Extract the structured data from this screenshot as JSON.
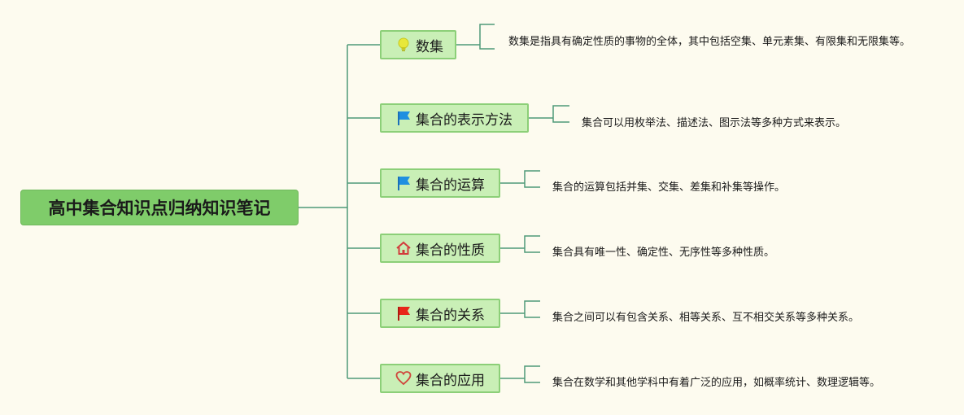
{
  "root": {
    "label": "高中集合知识点归纳知识笔记"
  },
  "branches": [
    {
      "label": "数集",
      "icon": "lightbulb-icon",
      "icon_color": "#e8e83a",
      "description": "数集是指具有确定性质的事物的全体，其中包括空集、单元素集、有限集和无限集等。"
    },
    {
      "label": "集合的表示方法",
      "icon": "blue-flag-icon",
      "icon_color": "#1f8fe0",
      "description": "集合可以用枚举法、描述法、图示法等多种方式来表示。"
    },
    {
      "label": "集合的运算",
      "icon": "blue-flag-icon",
      "icon_color": "#1f8fe0",
      "description": "集合的运算包括并集、交集、差集和补集等操作。"
    },
    {
      "label": "集合的性质",
      "icon": "house-icon",
      "icon_color": "#d23c3c",
      "description": "集合具有唯一性、确定性、无序性等多种性质。"
    },
    {
      "label": "集合的关系",
      "icon": "red-flag-icon",
      "icon_color": "#e8261b",
      "description": "集合之间可以有包含关系、相等关系、互不相交关系等多种关系。"
    },
    {
      "label": "集合的应用",
      "icon": "heart-icon",
      "icon_color": "#d0463c",
      "description": "集合在数学和其他学科中有着广泛的应用，如概率统计、数理逻辑等。"
    }
  ],
  "colors": {
    "connector": "#4e9a78",
    "node_fill": "#c9efb6",
    "node_border": "#8ccf78",
    "root_fill": "#7fcc6a"
  }
}
